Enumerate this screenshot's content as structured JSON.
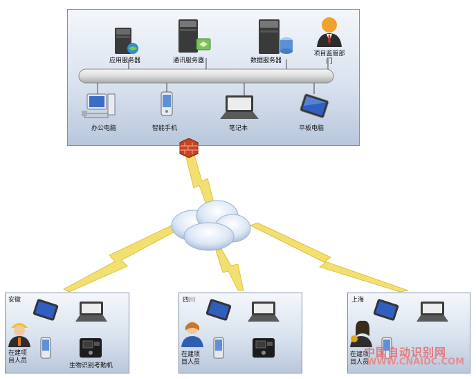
{
  "hq": {
    "servers": {
      "app": "应用服务器",
      "comm": "通讯服务器",
      "db": "数据服务器"
    },
    "supervisor": "项目监管部门",
    "devices": {
      "office_pc": "办公电脑",
      "phone": "智能手机",
      "laptop": "笔记本",
      "tablet": "平板电脑"
    }
  },
  "sites": [
    {
      "region": "安徽",
      "person": "在建项目人员",
      "device": "生物识别考勤机"
    },
    {
      "region": "四川",
      "person": "在建项目人员"
    },
    {
      "region": "上海",
      "person": "在建项目人员"
    }
  ],
  "watermark": {
    "title": "中国自动识别网",
    "url": "WWW.CNAIDC.COM"
  }
}
